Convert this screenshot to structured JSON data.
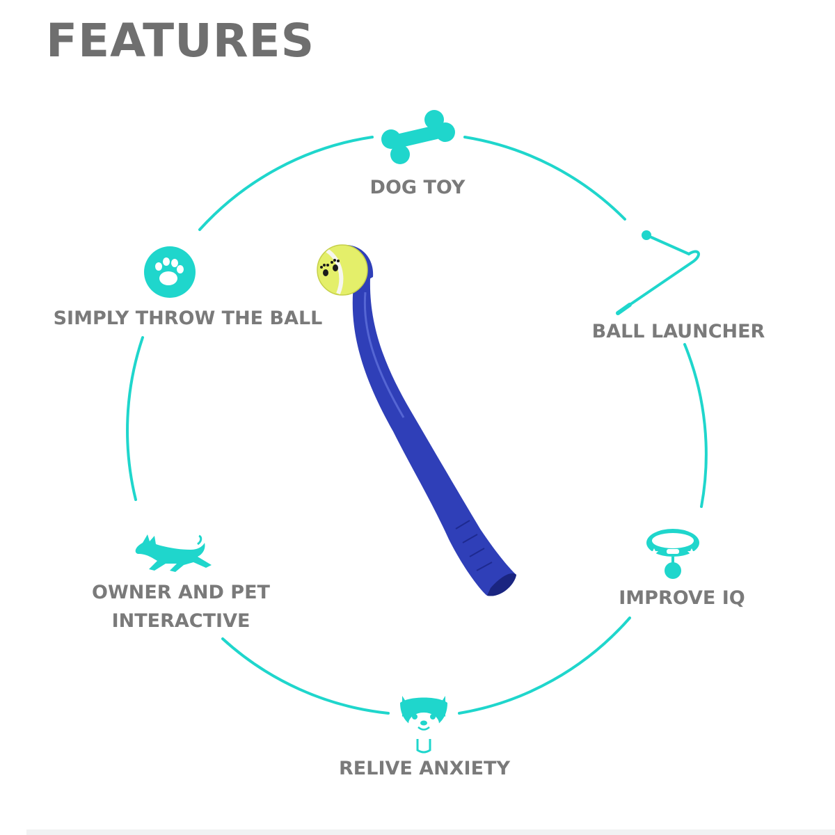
{
  "title": "FEATURES",
  "features": [
    {
      "label": "DOG TOY",
      "icon": "bone-icon"
    },
    {
      "label": "SIMPLY THROW THE BALL",
      "icon": "paw-icon"
    },
    {
      "label": "BALL LAUNCHER",
      "icon": "ball-launcher-icon"
    },
    {
      "label_lines": [
        "OWNER AND PET",
        "INTERACTIVE"
      ],
      "icon": "running-dog-icon"
    },
    {
      "label": "IMPROVE IQ",
      "icon": "dog-collar-icon"
    },
    {
      "label": "RELIVE ANXIETY",
      "icon": "dog-face-icon"
    }
  ],
  "colors": {
    "accent": "#1fd6cc",
    "text": "#7a7a7a",
    "title": "#6f6f6f",
    "launcher": "#2f3fb8",
    "ball": "#e4ef6a"
  }
}
